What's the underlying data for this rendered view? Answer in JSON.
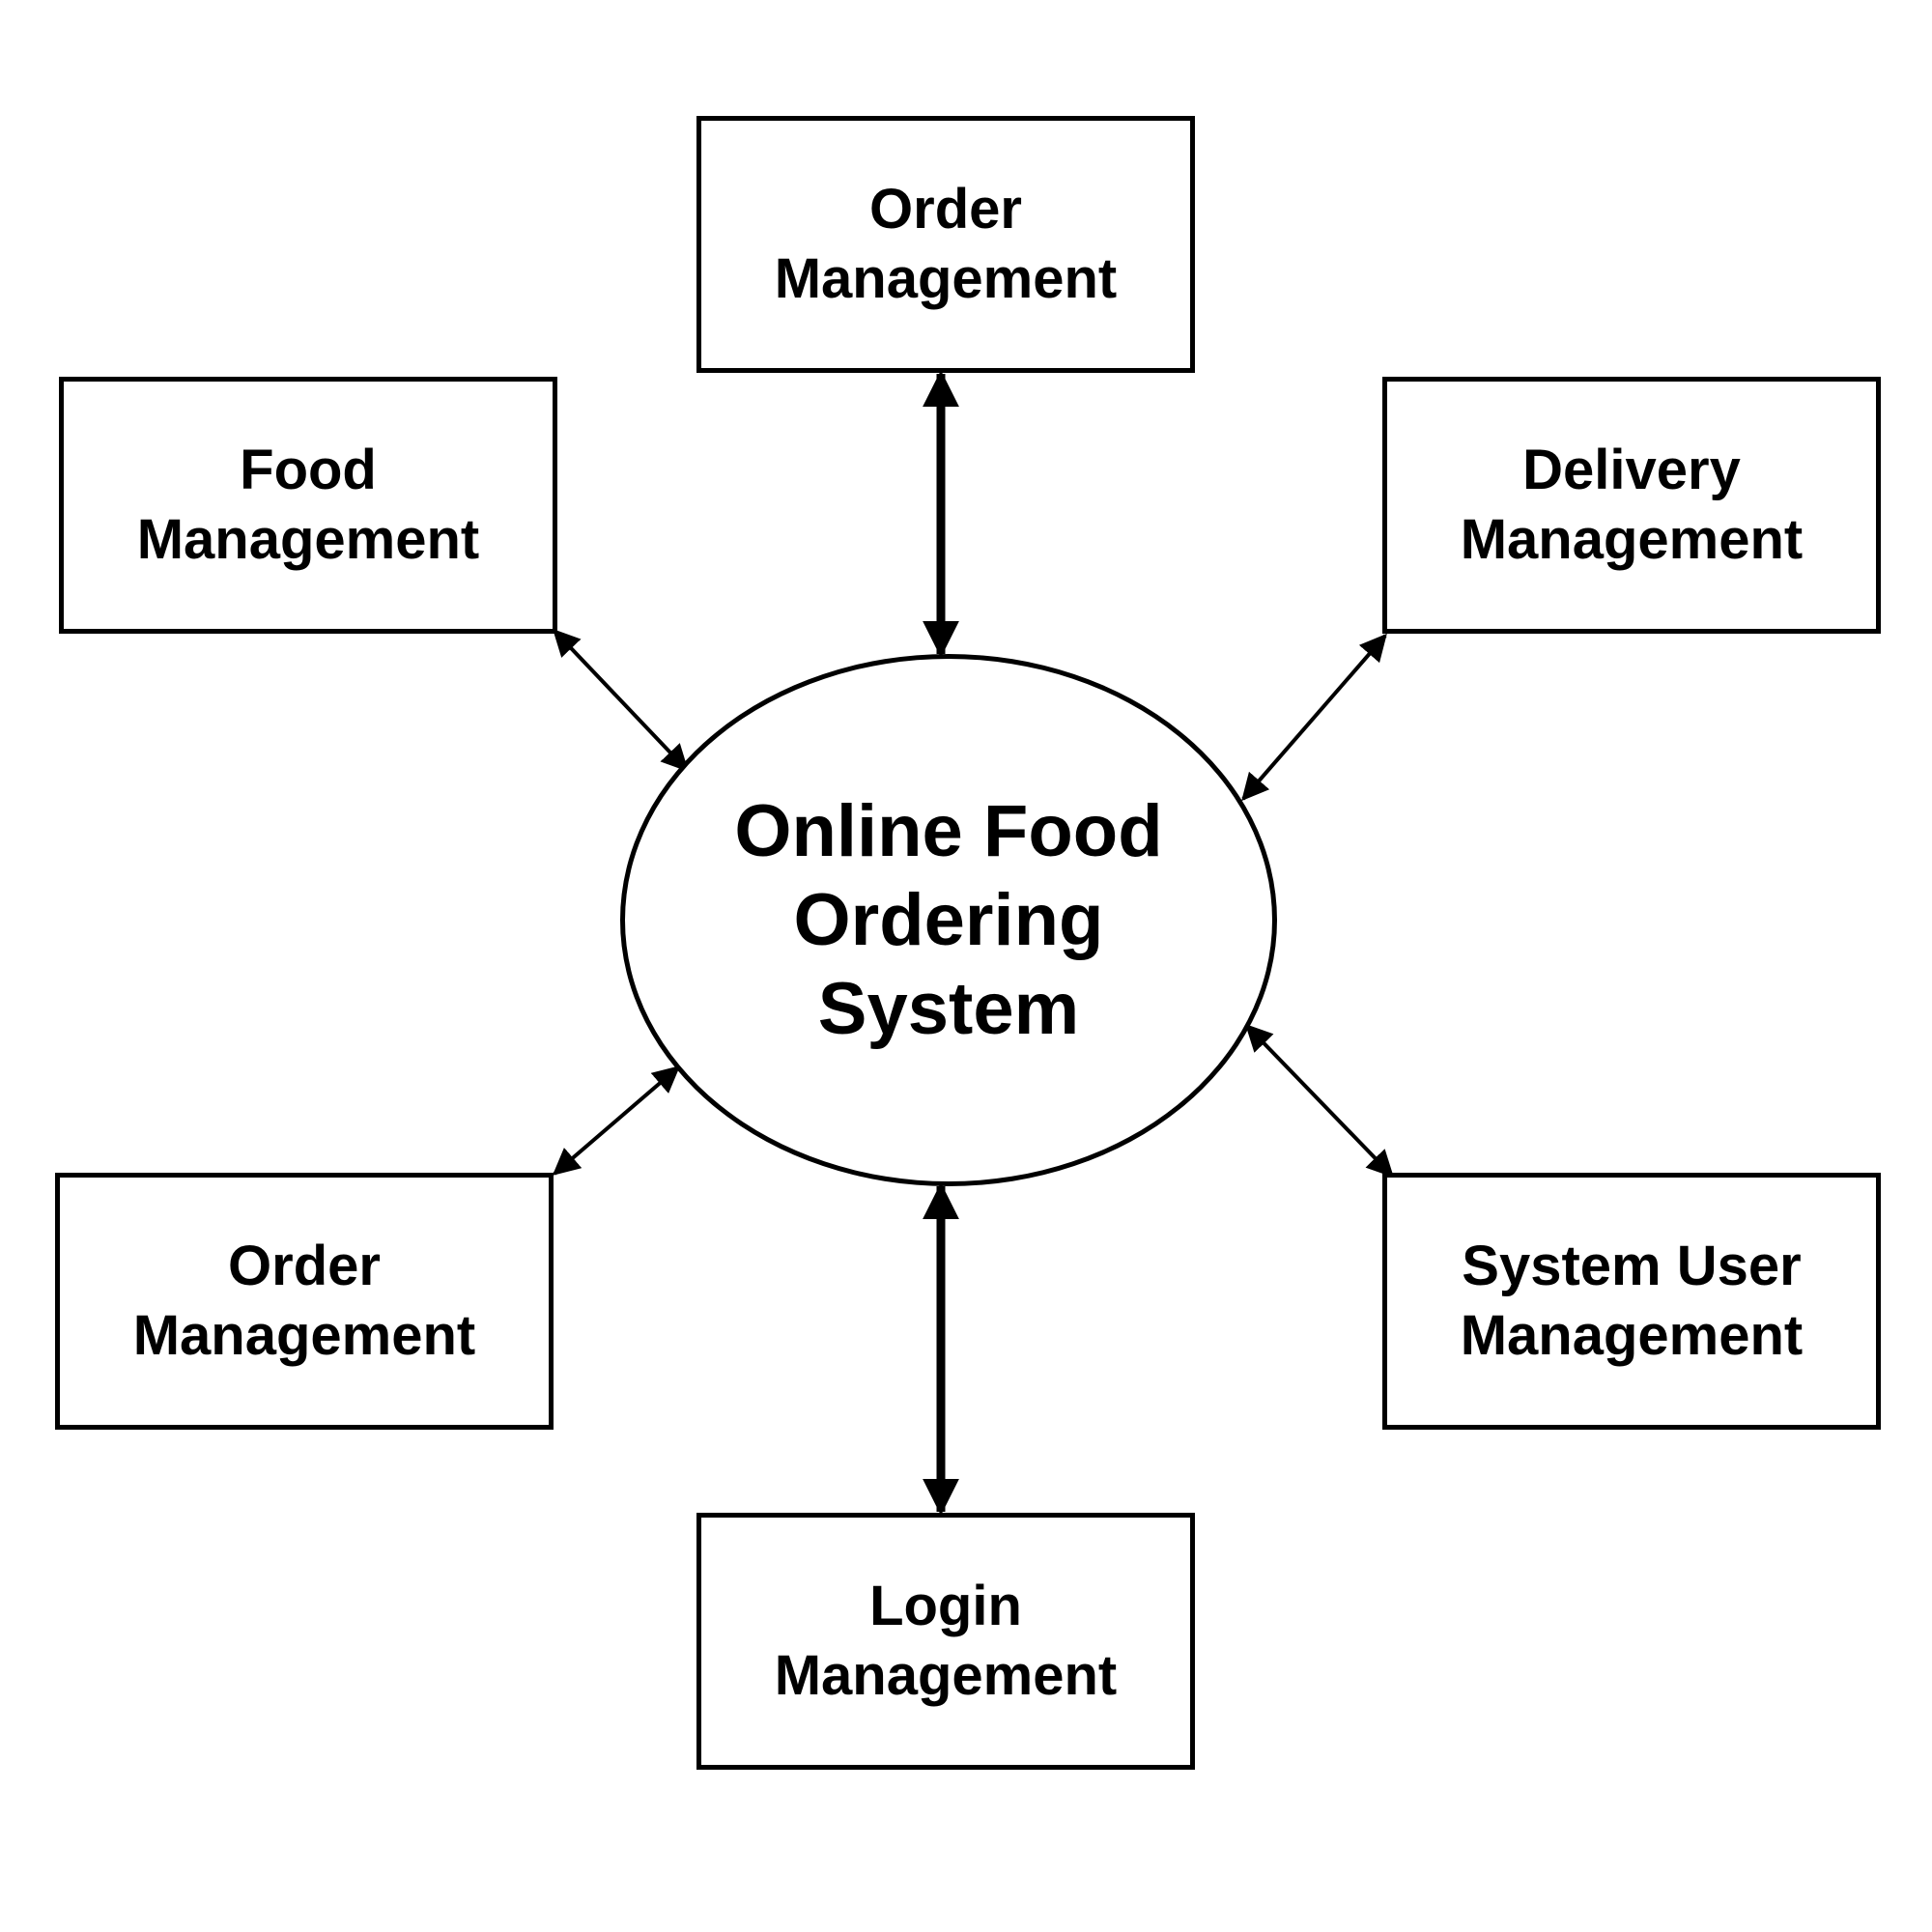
{
  "diagram": {
    "center": {
      "line1": "Online Food",
      "line2": "Ordering",
      "line3": "System"
    },
    "modules": {
      "top": {
        "line1": "Order",
        "line2": "Management"
      },
      "top_left": {
        "line1": "Food",
        "line2": "Management"
      },
      "top_right": {
        "line1": "Delivery",
        "line2": "Management"
      },
      "bottom_left": {
        "line1": "Order",
        "line2": "Management"
      },
      "bottom_right": {
        "line1": "System User",
        "line2": "Management"
      },
      "bottom": {
        "line1": "Login",
        "line2": "Management"
      }
    },
    "connector_style": "bidirectional-arrow",
    "colors": {
      "stroke": "#000000",
      "text": "#000000",
      "background": "#ffffff"
    }
  }
}
